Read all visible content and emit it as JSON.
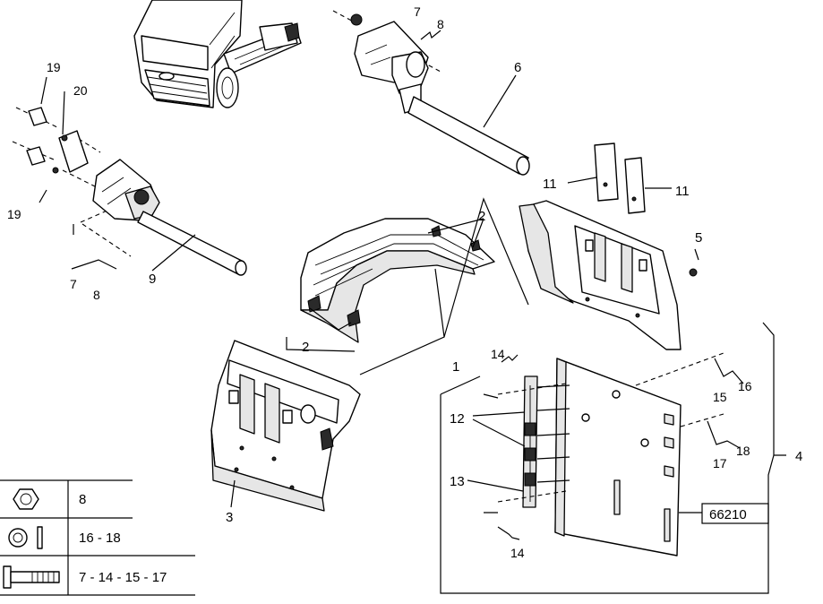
{
  "callouts": {
    "c1": "1",
    "c2a": "2",
    "c2b": "2",
    "c3": "3",
    "c4": "4",
    "c5": "5",
    "c6": "6",
    "c7a": "7",
    "c7b": "7",
    "c8a": "8",
    "c8b": "8",
    "c9": "9",
    "c11a": "11",
    "c11b": "11",
    "c12": "12",
    "c13": "13",
    "c14a": "14",
    "c14b": "14",
    "c15": "15",
    "c16": "16",
    "c17": "17",
    "c18": "18",
    "c19a": "19",
    "c19b": "19",
    "c20": "20"
  },
  "reference_box": "66210",
  "legend": {
    "rows": [
      {
        "icon": "nut-icon",
        "text": "8"
      },
      {
        "icon": "washer-icon",
        "text": "16 - 18"
      },
      {
        "icon": "bolt-icon",
        "text": "7 - 14 - 15 - 17"
      }
    ]
  }
}
